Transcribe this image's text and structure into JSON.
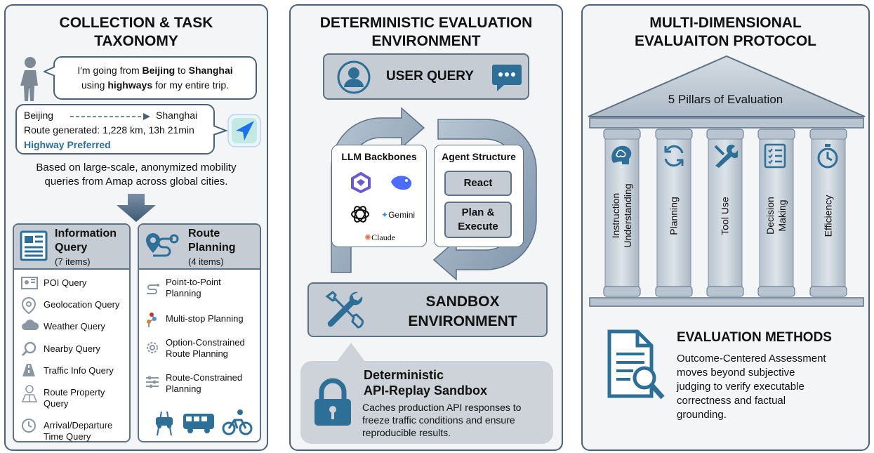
{
  "panel1": {
    "title_line1": "COLLECTION & TASK",
    "title_line2": "TAXONOMY",
    "bubble1": {
      "pre1": "I'm going from ",
      "b1": "Beijing",
      "mid1": " to ",
      "b2": "Shanghai",
      "pre2": "using ",
      "b3": "highways",
      "post2": " for my entire trip."
    },
    "bubble2": {
      "from": "Beijing",
      "to": "Shanghai",
      "route": "Route generated: 1,228 km, 13h 21min",
      "pref": "Highway Preferred"
    },
    "description_line1": "Based on large-scale, anonymized mobility",
    "description_line2": "queries from Amap across global cities.",
    "info_query": {
      "title_line1": "Information",
      "title_line2": "Query",
      "count": "(7 items)",
      "items": [
        {
          "label1": "POI Query",
          "label2": "",
          "icon": "poi-map-icon"
        },
        {
          "label1": "Geolocation Query",
          "label2": "",
          "icon": "location-pin-icon"
        },
        {
          "label1": "Weather Query",
          "label2": "",
          "icon": "cloud-icon"
        },
        {
          "label1": "Nearby Query",
          "label2": "",
          "icon": "magnifier-icon"
        },
        {
          "label1": "Traffic Info Query",
          "label2": "",
          "icon": "road-icon"
        },
        {
          "label1": "Route Property",
          "label2": "Query",
          "icon": "route-property-icon"
        },
        {
          "label1": "Arrival/Departure",
          "label2": "Time Query",
          "icon": "clock-icon"
        }
      ]
    },
    "route_planning": {
      "title_line1": "Route",
      "title_line2": "Planning",
      "count": "(4 items)",
      "items": [
        {
          "label1": "Point-to-Point",
          "label2": "Planning",
          "icon": "winding-route-icon"
        },
        {
          "label1": "Multi-stop Planning",
          "label2": "",
          "icon": "multi-stop-icon"
        },
        {
          "label1": "Option-Constrained",
          "label2": "Route Planning",
          "icon": "settings-gear-icon"
        },
        {
          "label1": "Route-Constrained",
          "label2": "Planning",
          "icon": "sliders-icon"
        }
      ]
    }
  },
  "panel2": {
    "title_line1": "DETERMINISTIC EVALUATION",
    "title_line2": "ENVIRONMENT",
    "user_query": "USER QUERY",
    "llm_backbones": {
      "title": "LLM Backbones",
      "logos": [
        "Gemini",
        "Claude"
      ]
    },
    "agent_structure": {
      "title": "Agent Structure",
      "react": "React",
      "plan_line1": "Plan &",
      "plan_line2": "Execute"
    },
    "sandbox_line1": "SANDBOX",
    "sandbox_line2": "ENVIRONMENT",
    "replay": {
      "title_line1": "Deterministic",
      "title_line2": "API-Replay Sandbox",
      "desc_line1": "Caches production API responses to",
      "desc_line2": "freeze traffic conditions and ensure",
      "desc_line3": "reproducible results."
    }
  },
  "panel3": {
    "title_line1": "MULTI-DIMENSIONAL",
    "title_line2": "EVALUAITON PROTOCOL",
    "roof_label": "5 Pillars of Evaluation",
    "pillars": [
      {
        "line1": "Instruction",
        "line2": "Understanding",
        "icon": "brain-icon"
      },
      {
        "line1": "Planning",
        "line2": "",
        "icon": "cycle-arrows-icon"
      },
      {
        "line1": "Tool Use",
        "line2": "",
        "icon": "tools-icon"
      },
      {
        "line1": "Decision",
        "line2": "Making",
        "icon": "checklist-icon"
      },
      {
        "line1": "Efficiency",
        "line2": "",
        "icon": "stopwatch-icon"
      }
    ],
    "methods": {
      "title": "EVALUATION METHODS",
      "line1": "Outcome-Centered Assessment",
      "line2": "moves beyond subjective",
      "line3": "judging to verify executable",
      "line4": "correctness and factual",
      "line5": "grounding."
    }
  },
  "colors": {
    "border": "#4a6278",
    "icon_blue": "#2e6f97",
    "box_gray": "#c5ccd3",
    "highway_blue": "#2e6f97"
  }
}
